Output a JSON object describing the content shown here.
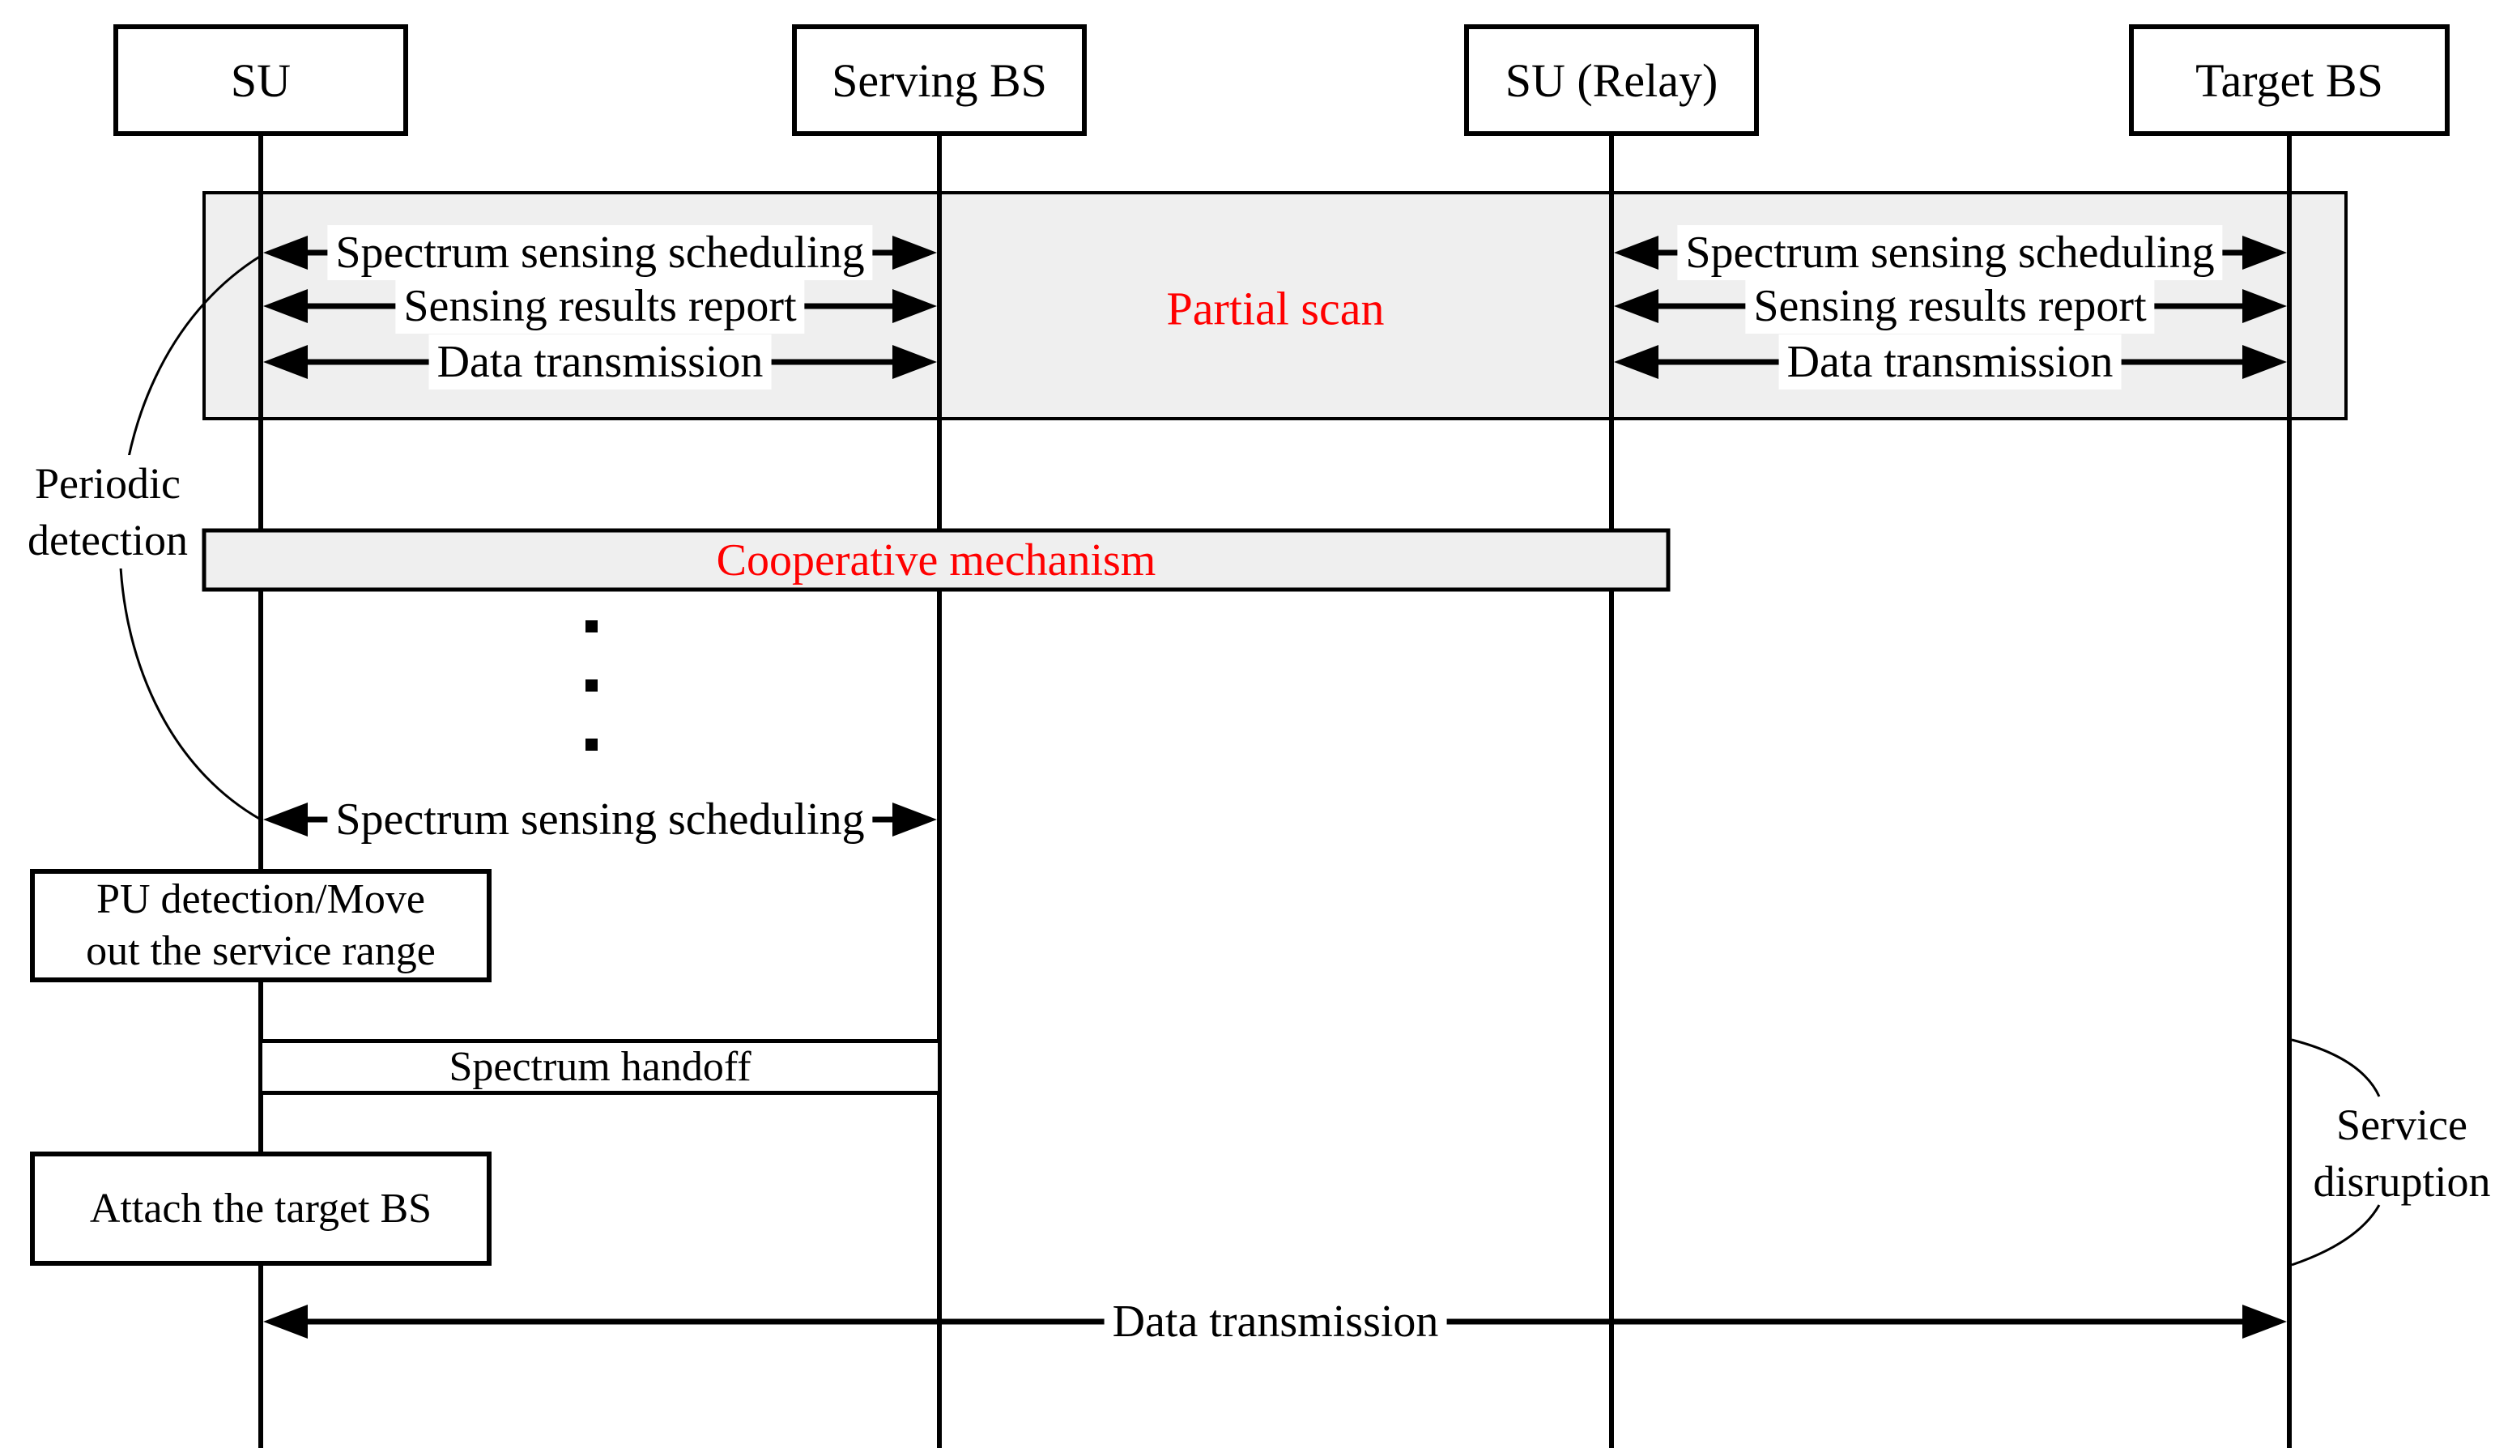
{
  "colors": {
    "red": "#ff0000",
    "band_fill": "#efefef"
  },
  "actors": {
    "su": "SU",
    "serving_bs": "Serving BS",
    "su_relay": "SU (Relay)",
    "target_bs": "Target BS"
  },
  "band": {
    "left": {
      "msg1": "Spectrum sensing scheduling",
      "msg2": "Sensing results report",
      "msg3": "Data transmission"
    },
    "right": {
      "msg1": "Spectrum sensing scheduling",
      "msg2": "Sensing results report",
      "msg3": "Data transmission"
    },
    "center_label": "Partial scan"
  },
  "cooperative_label": "Cooperative mechanism",
  "msg_sensing_scheduling": "Spectrum sensing scheduling",
  "msg_data_transmission": "Data transmission",
  "pu_box": {
    "line1": "PU detection/Move",
    "line2": "out the service range"
  },
  "handoff_label": "Spectrum handoff",
  "attach_label": "Attach the target BS",
  "periodic_note": {
    "line1": "Periodic",
    "line2": "detection"
  },
  "disruption_note": {
    "line1": "Service",
    "line2": "disruption"
  }
}
